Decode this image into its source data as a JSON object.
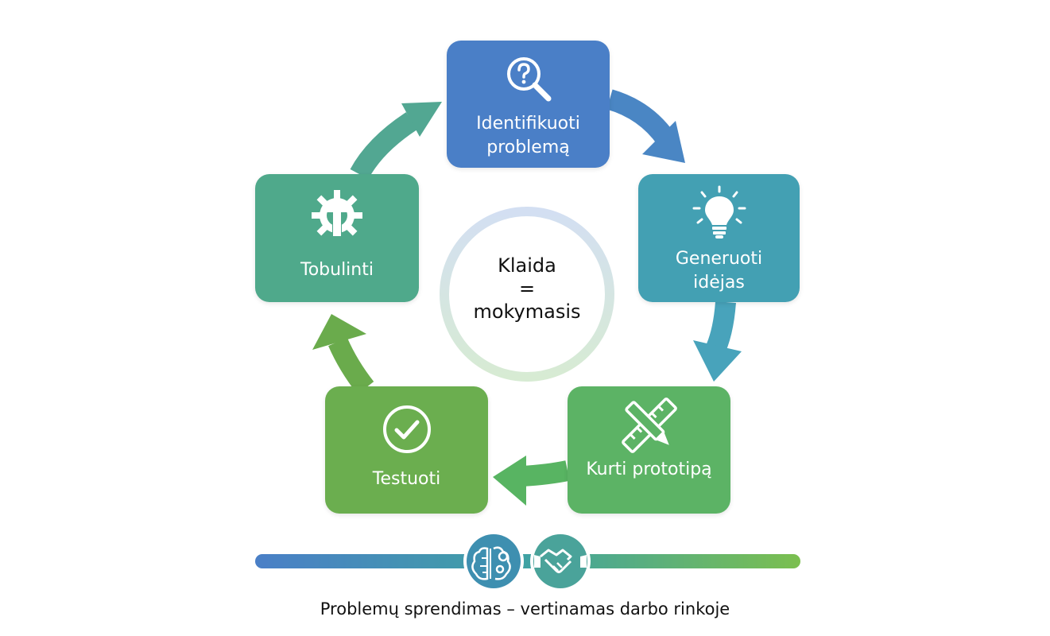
{
  "diagram": {
    "stages": [
      {
        "label": "Identifikuoti problemą",
        "icon": "magnifier-question-icon",
        "color": "#4a7fc7"
      },
      {
        "label": "Generuoti idėjas",
        "icon": "lightbulb-icon",
        "color": "#43a0b3"
      },
      {
        "label": "Kurti prototipą",
        "icon": "ruler-pencil-icon",
        "color": "#5cb365"
      },
      {
        "label": "Testuoti",
        "icon": "check-circle-icon",
        "color": "#6bae4f"
      },
      {
        "label": "Tobulinti",
        "icon": "gear-arrow-up-icon",
        "color": "#4fa98b"
      }
    ],
    "center": {
      "line1": "Klaida",
      "line2": "=",
      "line3": "mokymasis"
    },
    "bottom_bar": {
      "icons": [
        "brain-gears-icon",
        "handshake-icon"
      ],
      "gradient_start": "#4a7fc7",
      "gradient_end": "#7bbf4f"
    },
    "caption": "Problemų sprendimas – vertinamas darbo rinkoje"
  }
}
